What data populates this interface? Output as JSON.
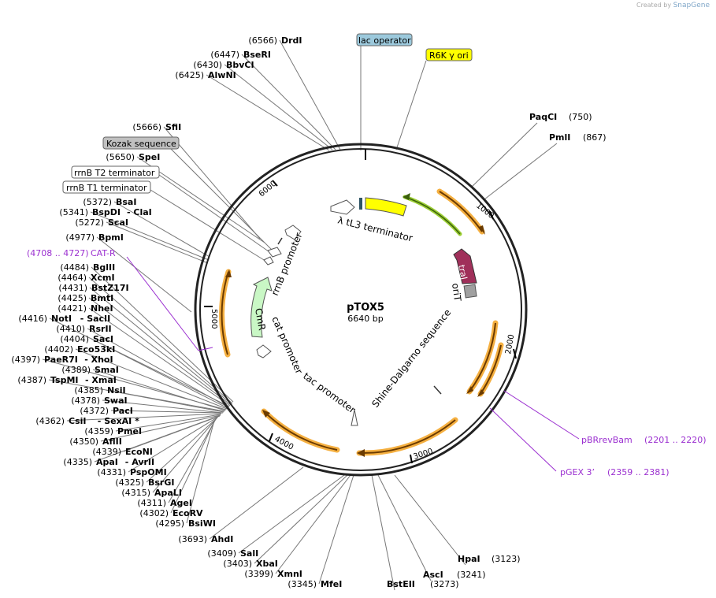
{
  "credit": {
    "created_by": "Created by",
    "brand": "SnapGene"
  },
  "plasmid": {
    "name": "pTOX5",
    "size": "6640 bp"
  },
  "colors": {
    "backbone": "#222222",
    "orange_feature": "#f5b041",
    "green_feature": "#9acd32",
    "yellow_feature": "#ffff00",
    "traJ": "#a0305a",
    "primer": "#9b30d0",
    "lac_operator_box": "#9cc9dc",
    "r6k_box": "#ffff00",
    "kozak_box": "#c0c0c0"
  },
  "ticks": [
    {
      "label": "1000"
    },
    {
      "label": "2000"
    },
    {
      "label": "3000"
    },
    {
      "label": "4000"
    },
    {
      "label": "5000"
    },
    {
      "label": "6000"
    }
  ],
  "box_labels": [
    {
      "text": "lac operator",
      "color": "#9cc9dc"
    },
    {
      "text": "R6K γ ori",
      "color": "#ffff00"
    },
    {
      "text": "Kozak sequence",
      "color": "#c0c0c0"
    },
    {
      "text": "rrnB T2 terminator",
      "color": "#ffffff"
    },
    {
      "text": "rrnB T1 terminator",
      "color": "#ffffff"
    }
  ],
  "features": [
    {
      "label": "λ tL3 terminator"
    },
    {
      "label": "traJ"
    },
    {
      "label": "oriT"
    },
    {
      "label": "rrnB promoter"
    },
    {
      "label": "CmR"
    },
    {
      "label": "cat promoter"
    },
    {
      "label": "tac promoter"
    },
    {
      "label": "Shine-Dalgarno sequence"
    }
  ],
  "sites_left": [
    {
      "pos": "(6566)",
      "name": "DrdI"
    },
    {
      "pos": "(6447)",
      "name": "BseRI"
    },
    {
      "pos": "(6430)",
      "name": "BbvCI"
    },
    {
      "pos": "(6425)",
      "name": "AlwNI"
    },
    {
      "pos": "(5666)",
      "name": "SfiI"
    },
    {
      "pos": "(5650)",
      "name": "SpeI"
    },
    {
      "pos": "(5372)",
      "name": "BsaI"
    },
    {
      "pos": "(5341)",
      "name": "BspDI",
      "extra": "- ClaI"
    },
    {
      "pos": "(5272)",
      "name": "ScaI"
    },
    {
      "pos": "(4977)",
      "name": "BpmI"
    },
    {
      "pos": "(4484)",
      "name": "BglII"
    },
    {
      "pos": "(4464)",
      "name": "XcmI"
    },
    {
      "pos": "(4431)",
      "name": "BstZ17I"
    },
    {
      "pos": "(4425)",
      "name": "BmtI"
    },
    {
      "pos": "(4421)",
      "name": "NheI"
    },
    {
      "pos": "(4416)",
      "name": "NotI",
      "extra": "- SacII"
    },
    {
      "pos": "(4410)",
      "name": "RsrII"
    },
    {
      "pos": "(4404)",
      "name": "SacI"
    },
    {
      "pos": "(4402)",
      "name": "Eco53kI"
    },
    {
      "pos": "(4397)",
      "name": "PaeR7I",
      "extra": "- XhoI"
    },
    {
      "pos": "(4389)",
      "name": "SmaI"
    },
    {
      "pos": "(4387)",
      "name": "TspMI",
      "extra": "- XmaI"
    },
    {
      "pos": "(4385)",
      "name": "NsiI"
    },
    {
      "pos": "(4378)",
      "name": "SwaI"
    },
    {
      "pos": "(4372)",
      "name": "PacI"
    },
    {
      "pos": "(4362)",
      "name": "CsiI",
      "extra": "- SexAI *"
    },
    {
      "pos": "(4359)",
      "name": "PmeI"
    },
    {
      "pos": "(4350)",
      "name": "AflII"
    },
    {
      "pos": "(4339)",
      "name": "EcoNI"
    },
    {
      "pos": "(4335)",
      "name": "ApaI",
      "extra": "- AvrII"
    },
    {
      "pos": "(4331)",
      "name": "PspOMI"
    },
    {
      "pos": "(4325)",
      "name": "BsrGI"
    },
    {
      "pos": "(4315)",
      "name": "ApaLI"
    },
    {
      "pos": "(4311)",
      "name": "AgeI"
    },
    {
      "pos": "(4302)",
      "name": "EcoRV"
    },
    {
      "pos": "(4295)",
      "name": "BsiWI"
    },
    {
      "pos": "(3693)",
      "name": "AhdI"
    },
    {
      "pos": "(3409)",
      "name": "SalI"
    },
    {
      "pos": "(3403)",
      "name": "XbaI"
    },
    {
      "pos": "(3399)",
      "name": "XmnI"
    },
    {
      "pos": "(3345)",
      "name": "MfeI"
    }
  ],
  "sites_right": [
    {
      "pos": "(750)",
      "name": "PaqCI"
    },
    {
      "pos": "(867)",
      "name": "PmlI"
    },
    {
      "pos": "(3123)",
      "name": "HpaI"
    },
    {
      "pos": "(3241)",
      "name": "AscI"
    },
    {
      "pos": "(3273)",
      "name": "BstEII"
    }
  ],
  "primers": [
    {
      "name": "CAT-R",
      "range": "(4708 .. 4727)"
    },
    {
      "name": "pBRrevBam",
      "range": "(2201 .. 2220)"
    },
    {
      "name": "pGEX 3’",
      "range": "(2359 .. 2381)"
    }
  ]
}
